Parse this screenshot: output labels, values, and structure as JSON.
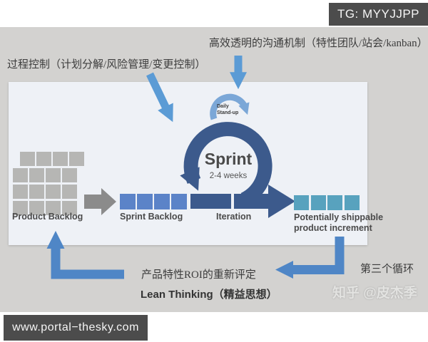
{
  "header": {
    "tg_label": "TG: MYYJJPP"
  },
  "annotations": {
    "process_control": "过程控制（计划分解/风险管理/变更控制）",
    "communication": "高效透明的沟通机制（特性团队/站会/kanban）",
    "roi_reassess": "产品特性ROI的重新评定",
    "lean_thinking": "Lean Thinking（精益思想）",
    "third_cycle": "第三个循环"
  },
  "diagram": {
    "product_backlog": {
      "label": "Product Backlog",
      "rows": [
        4,
        4,
        4,
        4
      ]
    },
    "sprint_backlog": {
      "label": "Sprint Backlog",
      "count": 4
    },
    "iteration": {
      "label": "Iteration"
    },
    "increment": {
      "line1": "Potentially shippable",
      "line2": "product increment",
      "count": 4
    },
    "sprint": {
      "label": "Sprint",
      "duration": "2-4 weeks"
    },
    "daily": {
      "line1": "Daily",
      "line2": "Stand-up"
    }
  },
  "watermark": {
    "text": "知乎 @皮杰季"
  },
  "footer": {
    "url": "www.portal−thesky.com"
  },
  "colors": {
    "annotation_arrow": "#5b9bd5",
    "elbow_arrow": "#4f86c6",
    "sprint_ring": "#3c5a8c",
    "daily_ring": "#7ba7d7",
    "sprint_backlog_square": "#5b83c8",
    "increment_square": "#58a2be",
    "product_backlog_square": "#b6b6b4",
    "flow_arrow_gray": "#8b8b8b",
    "panel_bg": "#eef1f6",
    "band_bg": "#d3d2d0",
    "badge_bg": "#4c4c4c"
  }
}
